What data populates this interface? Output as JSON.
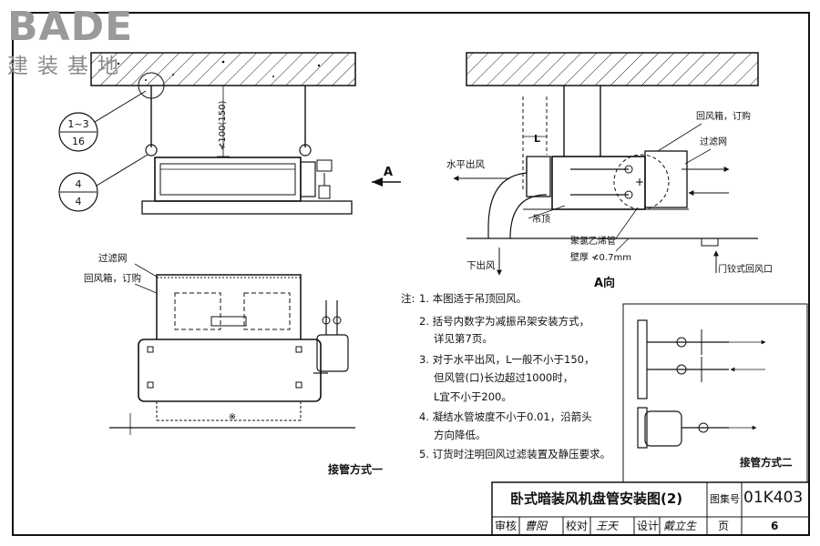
{
  "watermark": {
    "brand": "BADE",
    "subtitle": "建装基地"
  },
  "left_section": {
    "balloon_upper": {
      "top": "1~3",
      "bottom": "16"
    },
    "balloon_lower": {
      "top": "4",
      "bottom": "4"
    },
    "dimension_label": "≮100(150)",
    "view_arrow_label": "A",
    "labels": {
      "filter": "过滤网",
      "return_box": "回风箱，订购"
    },
    "caption": "接管方式一"
  },
  "right_section": {
    "labels": {
      "return_box": "回风箱，订购",
      "filter": "过滤网",
      "horizontal_outlet": "水平出风",
      "hanger": "吊顶",
      "insulation": "聚氯乙烯管",
      "wall_thickness": "壁厚 ≮0.7mm",
      "bottom_outlet": "下出风",
      "door_return": "门铰式回风口",
      "L": "L"
    },
    "caption": "A向"
  },
  "notes": {
    "heading": "注:",
    "items": [
      "1. 本图适于吊顶回风。",
      "2. 括号内数字为减振吊架安装方式，",
      "详见第7页。",
      "3. 对于水平出风，L一般不小于150，",
      "但风管(口)长边超过1000时，",
      "L宜不小于200。",
      "4. 凝结水管坡度不小于0.01，沿箭头",
      "方向降低。",
      "5. 订货时注明回风过滤装置及静压要求。"
    ]
  },
  "inset": {
    "caption": "接管方式二"
  },
  "title_block": {
    "title": "卧式暗装风机盘管安装图(2)",
    "atlas_label": "图集号",
    "atlas_no": "01K403",
    "review_label": "审核",
    "reviewer": "曹阳",
    "check_label": "校对",
    "checker": "王天",
    "design_label": "设计",
    "designer": "戴立生",
    "page_label": "页",
    "page_no": "6"
  }
}
